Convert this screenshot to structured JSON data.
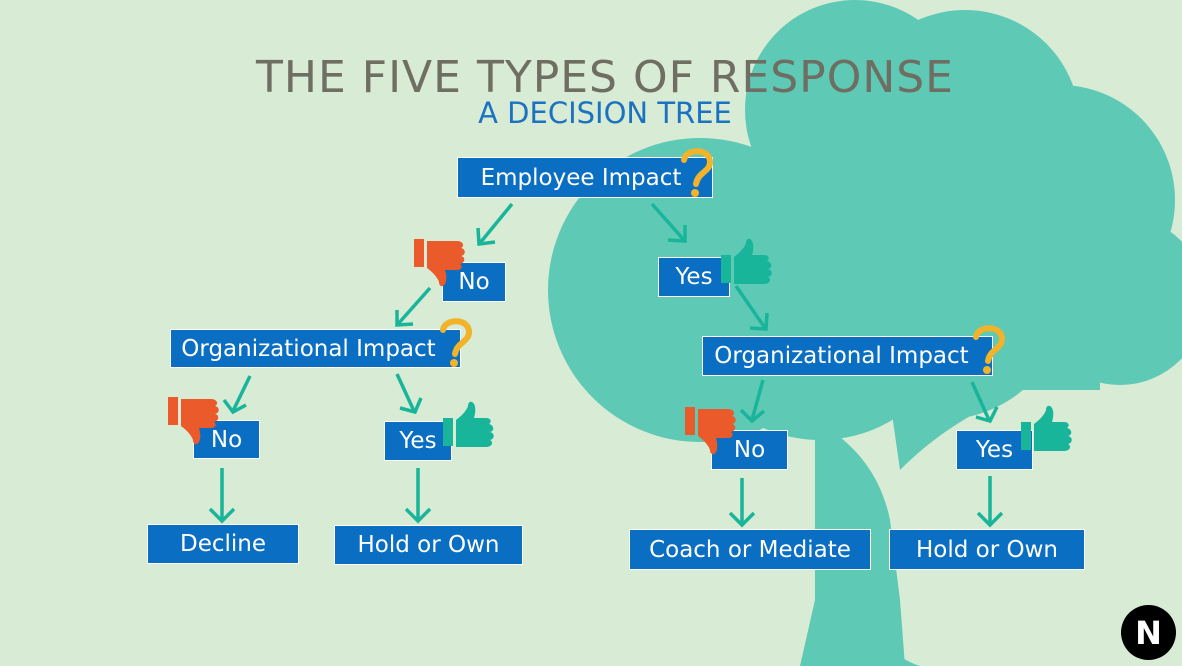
{
  "title": "THE FIVE TYPES OF RESPONSE",
  "subtitle": "A DECISION TREE",
  "nodes": {
    "employee_impact": "Employee Impact",
    "no_1": "No",
    "yes_1": "Yes",
    "org_impact_left": "Organizational Impact",
    "org_impact_right": "Organizational Impact",
    "no_left": "No",
    "yes_left": "Yes",
    "no_right": "No",
    "yes_right": "Yes",
    "decline": "Decline",
    "hold_own_left": "Hold or Own",
    "coach_mediate": "Coach or Mediate",
    "hold_own_right": "Hold or Own"
  },
  "logo_letter": "N",
  "colors": {
    "background": "#d8ebd5",
    "tree": "#5ec9b5",
    "node": "#0a6fc2",
    "arrow": "#19b59a",
    "thumb_down": "#ea5a2a",
    "thumb_up": "#19b59a",
    "question": "#f2b22a"
  },
  "icons": [
    "question-mark-icon",
    "thumbs-down-icon",
    "thumbs-up-icon"
  ]
}
